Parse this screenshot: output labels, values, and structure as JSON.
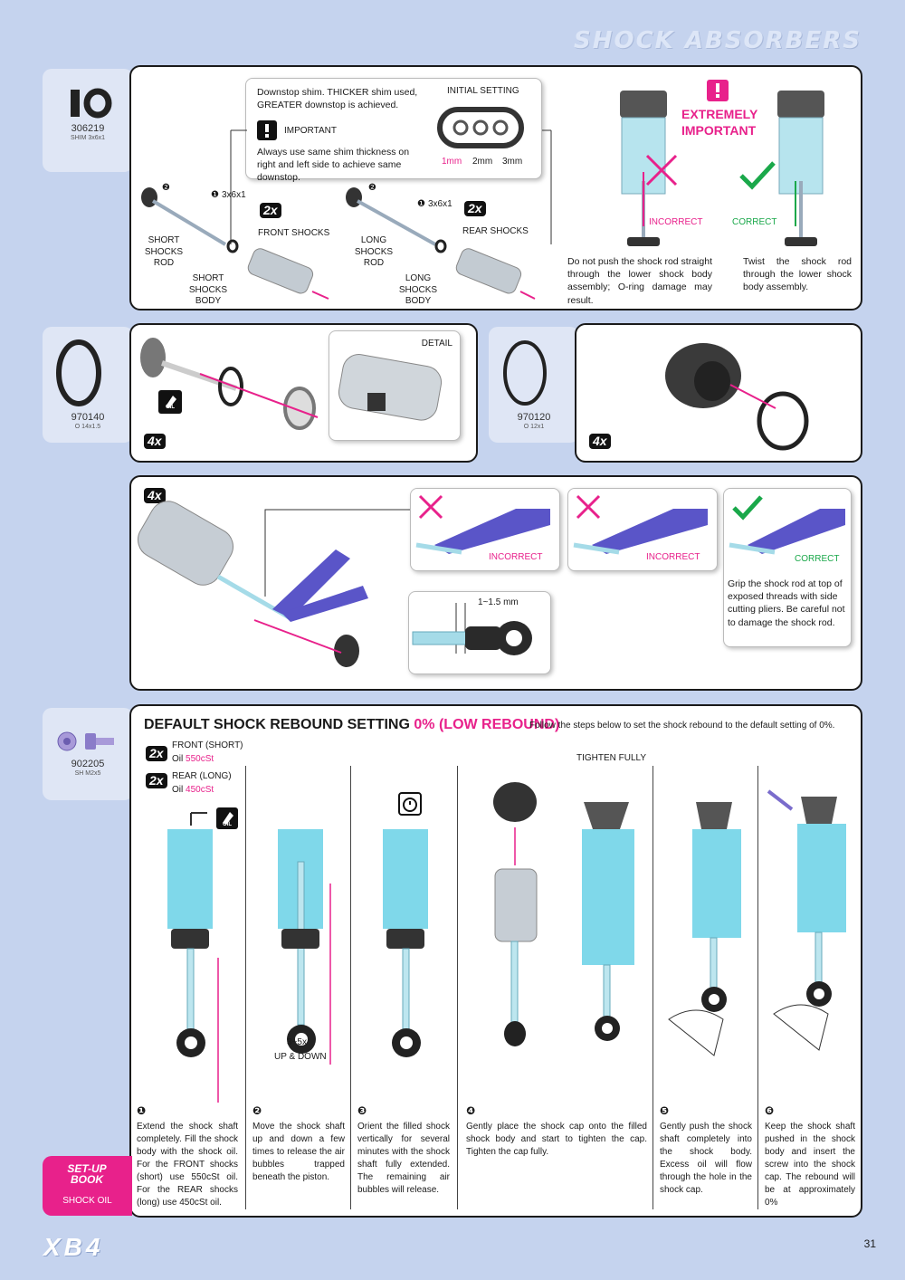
{
  "header": {
    "title": "SHOCK ABSORBERS"
  },
  "footer": {
    "logo": "XB4",
    "page_number": "31"
  },
  "setup_book": {
    "title": "SET-UP BOOK",
    "subtitle": "SHOCK OIL"
  },
  "parts": [
    {
      "number": "306219",
      "name": "SHIM 3x6x1"
    },
    {
      "number": "970140",
      "name": "O 14x1.5"
    },
    {
      "number": "970120",
      "name": "O 12x1"
    },
    {
      "number": "902205",
      "name": "SH M2x5"
    }
  ],
  "section1": {
    "shim_note": "Downstop shim. THICKER shim used, GREATER downstop is achieved.",
    "important_label": "IMPORTANT",
    "important_note": "Always use same shim thickness on right and left side to achieve same downstop.",
    "initial_setting": {
      "label": "INITIAL SETTING",
      "options": [
        "1mm",
        "2mm",
        "3mm"
      ]
    },
    "front": {
      "qty": "2x",
      "title": "FRONT SHOCKS",
      "rod": "SHORT SHOCKS ROD",
      "body": "SHORT SHOCKS BODY",
      "shim": "3x6x1",
      "shim_num": "❶",
      "ring_num": "❷"
    },
    "rear": {
      "qty": "2x",
      "title": "REAR SHOCKS",
      "rod": "LONG SHOCKS ROD",
      "body": "LONG SHOCKS BODY",
      "shim": "3x6x1",
      "shim_num": "❶",
      "ring_num": "❷"
    },
    "warning": "EXTREMELY IMPORTANT",
    "incorrect_label": "INCORRECT",
    "correct_label": "CORRECT",
    "incorrect_text": "Do not push the shock rod straight through the lower shock body assembly; O-ring damage may result.",
    "correct_text": "Twist the shock rod through the lower shock body assembly."
  },
  "section2": {
    "detail_label": "DETAIL",
    "qty": "4x",
    "oil_label": "OIL"
  },
  "section3": {
    "qty": "4x"
  },
  "section4": {
    "qty": "4x",
    "incorrect_label": "INCORRECT",
    "correct_label": "CORRECT",
    "measure": "1~1.5 mm",
    "grip_text": "Grip the shock rod at top of exposed threads with side cutting pliers. Be careful not to damage the shock rod."
  },
  "section5": {
    "title_prefix": "DEFAULT SHOCK REBOUND SETTING",
    "title_value": "0% (LOW  REBOUND)",
    "intro": "Follow the steps below to set the shock rebound to the default setting of 0%.",
    "front": {
      "qty": "2x",
      "label": "FRONT (SHORT)",
      "oil_prefix": "Oil",
      "oil_value": "550cSt"
    },
    "rear": {
      "qty": "2x",
      "label": "REAR (LONG)",
      "oil_prefix": "Oil",
      "oil_value": "450cSt"
    },
    "oil_label": "OIL",
    "tighten_label": "TIGHTEN FULLY",
    "updown_count": "3~5x",
    "updown_label": "UP & DOWN",
    "steps": [
      {
        "num": "❶",
        "text": "Extend the shock shaft completely. Fill the shock body with the shock oil. For the FRONT shocks (short) use 550cSt oil. For the REAR shocks (long) use 450cSt oil."
      },
      {
        "num": "❷",
        "text": "Move the shock shaft up and down a few times to release the air bubbles trapped beneath the piston."
      },
      {
        "num": "❸",
        "text": "Orient the filled shock vertically for several minutes with the shock shaft fully extended. The remaining air bubbles will release."
      },
      {
        "num": "❹",
        "text": "Gently place the shock cap onto the filled shock body and start to tighten the cap. Tighten the cap fully."
      },
      {
        "num": "❺",
        "text": "Gently push the shock shaft completely into the shock body. Excess oil will flow through the hole in the shock cap."
      },
      {
        "num": "❻",
        "text": "Keep the shock shaft pushed in the shock body and insert the screw into the shock cap. The rebound will be at approximately 0%"
      }
    ]
  },
  "colors": {
    "accent": "#e8218b",
    "correct": "#1aa84a",
    "oil": "#7fd8ea",
    "pliers": "#5a55c8",
    "background": "#c5d3ee"
  }
}
